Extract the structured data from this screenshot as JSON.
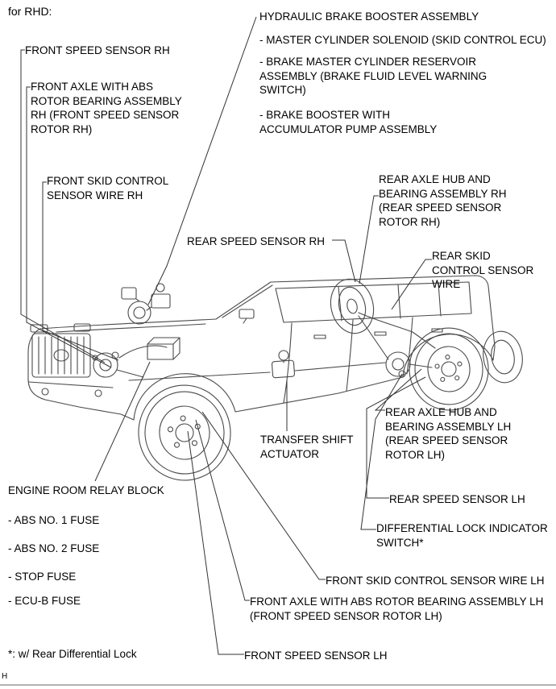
{
  "page": {
    "variant_header": "for RHD:",
    "footnote": "*: w/ Rear Differential Lock",
    "page_mark": "H"
  },
  "colors": {
    "line": "#4a4a4a",
    "leader": "#333333",
    "text": "#000000",
    "background": "#ffffff"
  },
  "labels": [
    {
      "id": "hydraulic-brake-booster-assembly",
      "text": "HYDRAULIC BRAKE BOOSTER ASSEMBLY"
    },
    {
      "id": "master-cylinder-solenoid",
      "text": "- MASTER CYLINDER SOLENOID (SKID CONTROL ECU)"
    },
    {
      "id": "brake-master-cylinder-reservoir",
      "text": "- BRAKE MASTER CYLINDER RESERVOIR ASSEMBLY (BRAKE FLUID LEVEL WARNING SWITCH)"
    },
    {
      "id": "brake-booster-accumulator-pump",
      "text": "- BRAKE BOOSTER WITH ACCUMULATOR PUMP ASSEMBLY"
    },
    {
      "id": "front-speed-sensor-rh",
      "text": "FRONT SPEED SENSOR RH"
    },
    {
      "id": "front-axle-abs-rotor-rh",
      "text": "FRONT AXLE WITH ABS ROTOR BEARING ASSEMBLY RH (FRONT SPEED SENSOR ROTOR RH)"
    },
    {
      "id": "front-skid-control-sensor-wire-rh",
      "text": "FRONT SKID CONTROL SENSOR WIRE RH"
    },
    {
      "id": "rear-axle-hub-bearing-rh",
      "text": "REAR AXLE HUB AND BEARING ASSEMBLY RH (REAR SPEED SENSOR ROTOR RH)"
    },
    {
      "id": "rear-speed-sensor-rh",
      "text": "REAR SPEED SENSOR RH"
    },
    {
      "id": "rear-skid-control-sensor-wire",
      "text": "REAR SKID CONTROL SENSOR WIRE"
    },
    {
      "id": "transfer-shift-actuator",
      "text": "TRANSFER SHIFT ACTUATOR"
    },
    {
      "id": "rear-axle-hub-bearing-lh",
      "text": "REAR AXLE HUB AND BEARING ASSEMBLY LH (REAR SPEED SENSOR ROTOR LH)"
    },
    {
      "id": "rear-speed-sensor-lh",
      "text": "REAR SPEED SENSOR LH"
    },
    {
      "id": "differential-lock-indicator-switch",
      "text": "DIFFERENTIAL LOCK INDICATOR SWITCH*"
    },
    {
      "id": "engine-room-relay-block",
      "text": "ENGINE ROOM RELAY BLOCK"
    },
    {
      "id": "abs-no1-fuse",
      "text": "- ABS NO. 1 FUSE"
    },
    {
      "id": "abs-no2-fuse",
      "text": "- ABS NO. 2 FUSE"
    },
    {
      "id": "stop-fuse",
      "text": "- STOP FUSE"
    },
    {
      "id": "ecu-b-fuse",
      "text": "- ECU-B FUSE"
    },
    {
      "id": "front-skid-control-sensor-wire-lh",
      "text": "FRONT SKID CONTROL SENSOR WIRE LH"
    },
    {
      "id": "front-axle-abs-rotor-lh",
      "text": "FRONT AXLE WITH ABS ROTOR BEARING ASSEMBLY LH (FRONT SPEED SENSOR ROTOR LH)"
    },
    {
      "id": "front-speed-sensor-lh",
      "text": "FRONT SPEED SENSOR LH"
    }
  ]
}
